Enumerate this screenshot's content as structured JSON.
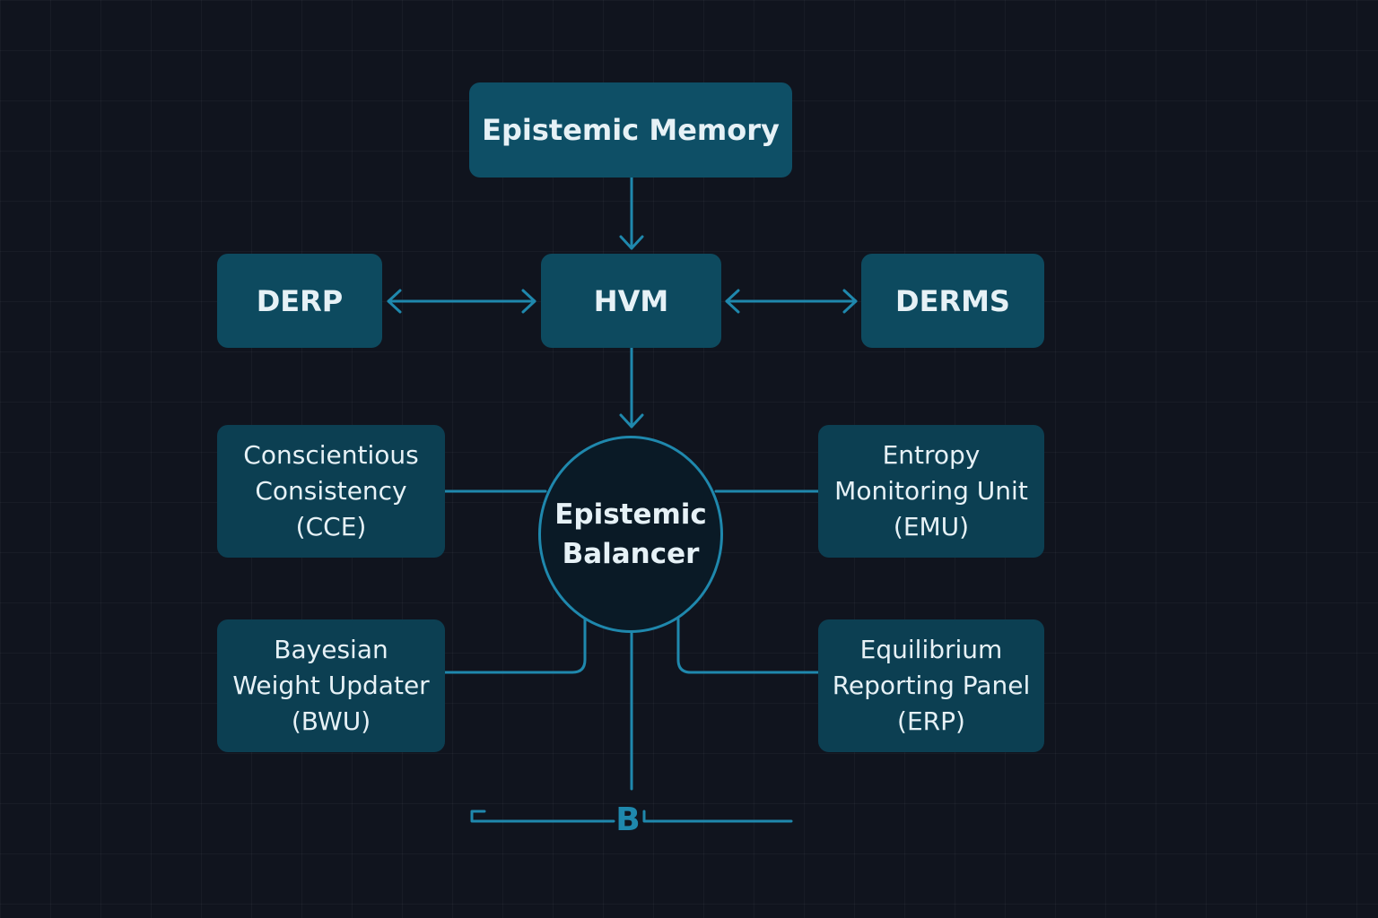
{
  "diagram": {
    "nodes": {
      "epistemic_memory": {
        "label": "Epistemic Memory"
      },
      "derp": {
        "label": "DERP"
      },
      "hvm": {
        "label": "HVM"
      },
      "derms": {
        "label": "DERMS"
      },
      "cce": {
        "lines": [
          "Conscientious",
          "Consistency",
          "(CCE)"
        ]
      },
      "emu": {
        "lines": [
          "Entropy",
          "Monitoring Unit",
          "(EMU)"
        ]
      },
      "balancer": {
        "lines": [
          "Epistemic",
          "Balancer"
        ]
      },
      "bwu": {
        "lines": [
          "Bayesian",
          "Weight Updater",
          "(BWU)"
        ]
      },
      "erp": {
        "lines": [
          "Equilibrium",
          "Reporting Panel",
          "(ERP)"
        ]
      }
    },
    "bottom_glyph": "B",
    "edges": [
      {
        "from": "epistemic_memory",
        "to": "hvm",
        "direction": "forward"
      },
      {
        "from": "derp",
        "to": "hvm",
        "direction": "both"
      },
      {
        "from": "hvm",
        "to": "derms",
        "direction": "both"
      },
      {
        "from": "hvm",
        "to": "balancer",
        "direction": "forward"
      },
      {
        "from": "cce",
        "to": "balancer",
        "direction": "none"
      },
      {
        "from": "emu",
        "to": "balancer",
        "direction": "none"
      },
      {
        "from": "bwu",
        "to": "balancer",
        "direction": "none"
      },
      {
        "from": "erp",
        "to": "balancer",
        "direction": "none"
      },
      {
        "from": "balancer",
        "to": "bottom_glyph",
        "direction": "none"
      }
    ],
    "colors": {
      "background": "#10141e",
      "node_fill": "#0d4a5f",
      "side_node_fill": "#0c3f52",
      "circle_fill": "#0a1a26",
      "connector": "#1f88ad",
      "text": "#e6f1f6"
    }
  }
}
